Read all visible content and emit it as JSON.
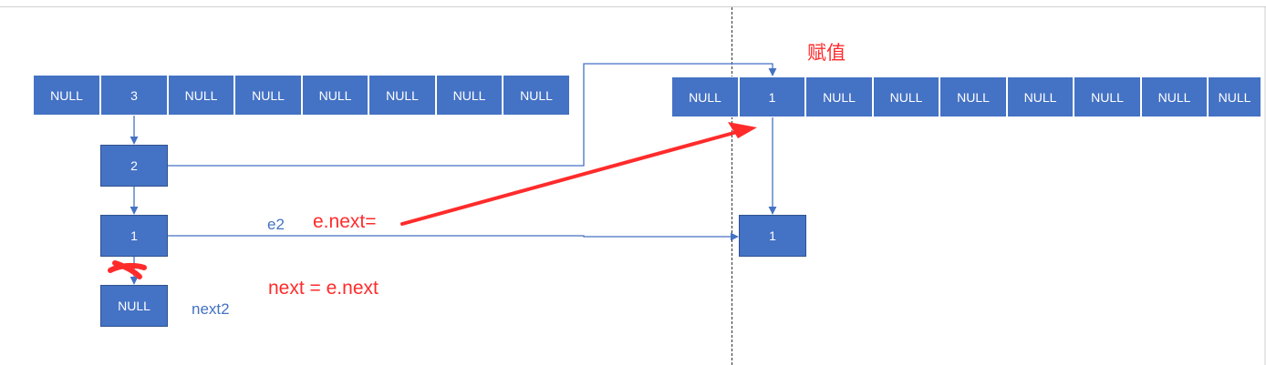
{
  "left_table": [
    "NULL",
    "3",
    "NULL",
    "NULL",
    "NULL",
    "NULL",
    "NULL",
    "NULL"
  ],
  "right_table": [
    "NULL",
    "1",
    "NULL",
    "NULL",
    "NULL",
    "NULL",
    "NULL",
    "NULL",
    "NULL"
  ],
  "left_chain": {
    "node_a": "2",
    "node_b": "1",
    "node_c": "NULL"
  },
  "right_chain": {
    "node": "1"
  },
  "labels": {
    "assign": "赋值",
    "e2": "e2",
    "enext_assign": "e.next=",
    "next_eq": "next = e.next",
    "next2": "next2"
  },
  "colors": {
    "cell": "#4472c4",
    "arrow": "#4472c4",
    "annotation": "#ff2b2b"
  }
}
